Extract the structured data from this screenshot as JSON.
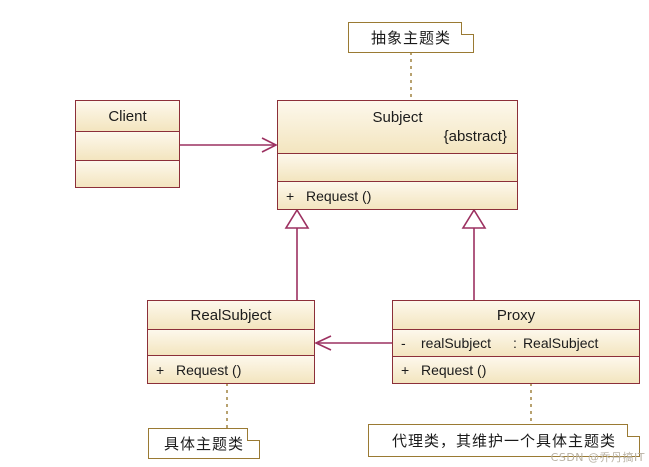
{
  "diagram": {
    "title": "Proxy Pattern UML Class Diagram",
    "colors": {
      "class_border": "#8c2f39",
      "class_fill_top": "#fdf8ec",
      "class_fill_bottom": "#f3e5bf",
      "note_border": "#9a7a33",
      "note_fill": "#ffffff",
      "edge": "#9c3060",
      "dashed_link": "#9a7a33"
    }
  },
  "classes": {
    "client": {
      "name": "Client",
      "attributes": [],
      "operations": []
    },
    "subject": {
      "name": "Subject",
      "stereotype": "{abstract}",
      "attributes": [],
      "operations": [
        {
          "visibility": "+",
          "name": "Request ()"
        }
      ]
    },
    "real_subject": {
      "name": "RealSubject",
      "attributes": [],
      "operations": [
        {
          "visibility": "+",
          "name": "Request ()"
        }
      ]
    },
    "proxy": {
      "name": "Proxy",
      "attributes": [
        {
          "visibility": "-",
          "name": "realSubject",
          "sep": ":",
          "type": "RealSubject"
        }
      ],
      "operations": [
        {
          "visibility": "+",
          "name": "Request ()"
        }
      ]
    }
  },
  "notes": {
    "abstract_subject": "抽象主题类",
    "concrete_subject": "具体主题类",
    "proxy_note": "代理类，其维护一个具体主题类"
  },
  "relations": [
    {
      "kind": "association",
      "from": "Client",
      "to": "Subject"
    },
    {
      "kind": "generalization",
      "from": "RealSubject",
      "to": "Subject"
    },
    {
      "kind": "generalization",
      "from": "Proxy",
      "to": "Subject"
    },
    {
      "kind": "association",
      "from": "Proxy",
      "to": "RealSubject"
    },
    {
      "kind": "note-link",
      "from": "抽象主题类",
      "to": "Subject"
    },
    {
      "kind": "note-link",
      "from": "具体主题类",
      "to": "RealSubject"
    },
    {
      "kind": "note-link",
      "from": "代理类，其维护一个具体主题类",
      "to": "Proxy"
    }
  ],
  "watermark": "CSDN @乔丹搞IT"
}
